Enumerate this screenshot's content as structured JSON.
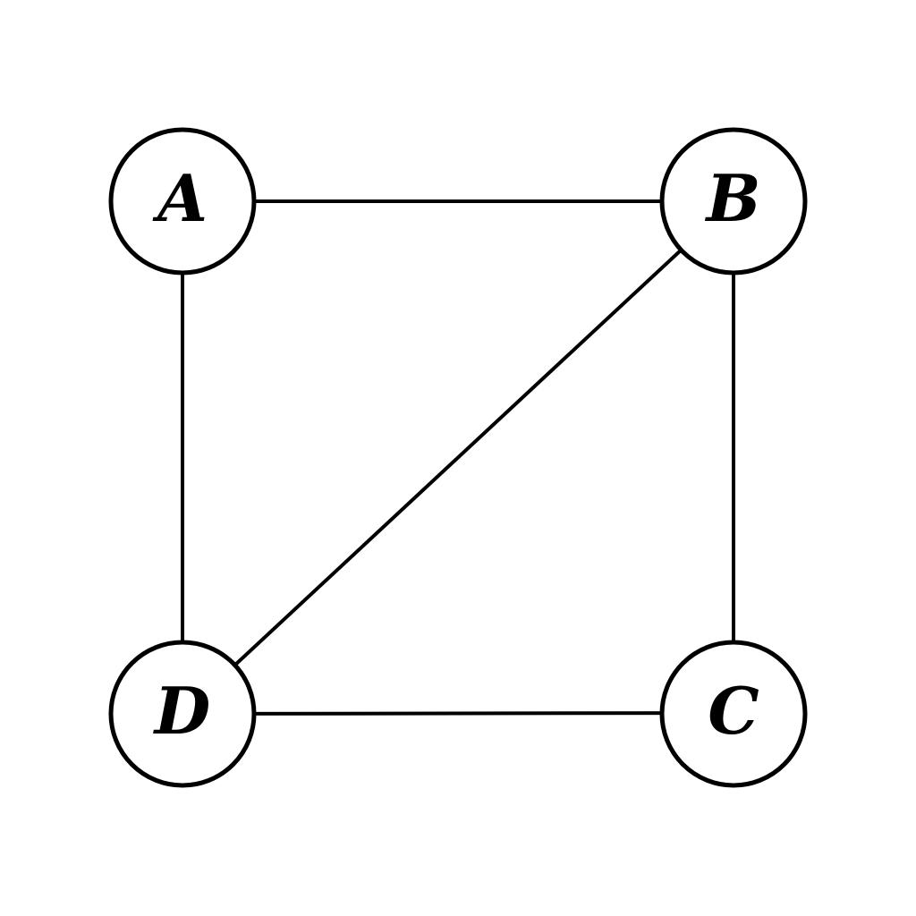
{
  "graph": {
    "nodes": [
      {
        "id": "A",
        "label": "A"
      },
      {
        "id": "B",
        "label": "B"
      },
      {
        "id": "C",
        "label": "C"
      },
      {
        "id": "D",
        "label": "D"
      }
    ],
    "edges": [
      {
        "from": "A",
        "to": "B"
      },
      {
        "from": "B",
        "to": "C"
      },
      {
        "from": "C",
        "to": "D"
      },
      {
        "from": "D",
        "to": "A"
      },
      {
        "from": "B",
        "to": "D"
      }
    ],
    "colors": {
      "stroke": "#000000",
      "fill": "#ffffff"
    }
  }
}
